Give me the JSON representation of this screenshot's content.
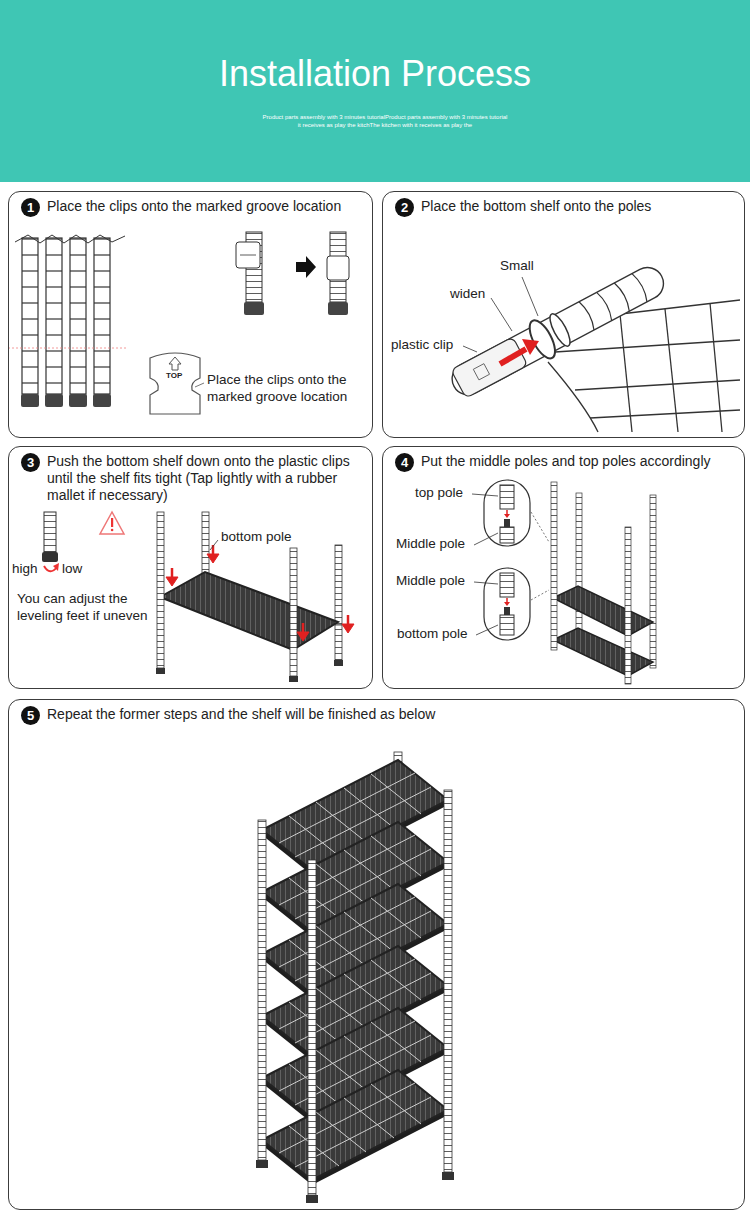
{
  "diagram": {
    "title": "Installation Process",
    "nodes": [
      {
        "text": [
          "Place the clips onto the marked groove location"
        ]
      },
      {
        "text": [
          "1"
        ],
        "in": 0
      },
      {
        "text": [
          "Place the bottom shelf onto the poles"
        ]
      },
      {
        "text": [
          "2"
        ],
        "in": 2
      },
      {
        "text": [
          "Push the bottom shelf down onto the plastic clips until the shelf fits tight (Tap lightly with a rubber mallet if necessary)"
        ]
      },
      {
        "text": [
          "3"
        ],
        "in": 4
      },
      {
        "text": [
          "Put the middle poles and top poles accordingly"
        ]
      },
      {
        "text": [
          "4"
        ],
        "in": 6
      },
      {
        "text": [
          "Repeat the former steps and the shelf will be finished as below"
        ]
      },
      {
        "text": [
          "5"
        ],
        "in": 8
      }
    ],
    "labels": [
      "Product parts assembly with 3 minutes tutorialProduct parts assembly with 3 minutes tutorial",
      "it receives as play the kitchThe kitchen with it receives as play the",
      "TOP",
      "Place the clips onto the marked groove location",
      "Small",
      "widen",
      "plastic clip",
      "high",
      "low",
      "You can adjust the leveling feet if uneven",
      "bottom pole",
      "top pole",
      "Middle pole",
      "Middle pole",
      "bottom pole"
    ]
  }
}
